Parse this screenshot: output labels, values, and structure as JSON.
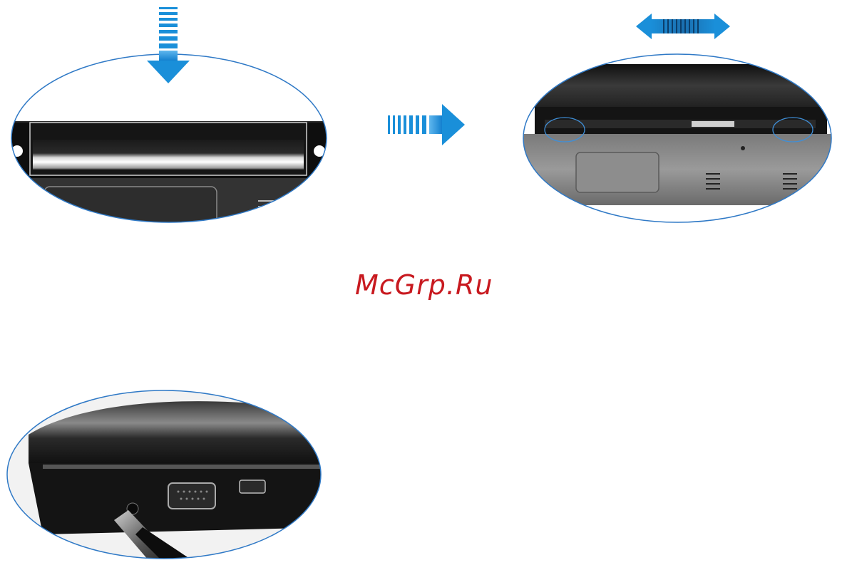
{
  "watermark": {
    "text": "McGrp.Ru",
    "color": "#c8191f"
  },
  "colors": {
    "accent_arrow": "#1a8fd9",
    "outline": "#2f79c6",
    "device_dark": "#1a1a1a"
  },
  "figures": [
    {
      "id": "battery-insert-closeup",
      "arrow": "down-arrow-icon"
    },
    {
      "id": "battery-installed-bottom",
      "arrow": "left-right-arrow-icon"
    },
    {
      "id": "power-adapter-connection",
      "arrow": null
    }
  ],
  "step_arrow": "right-arrow-icon"
}
